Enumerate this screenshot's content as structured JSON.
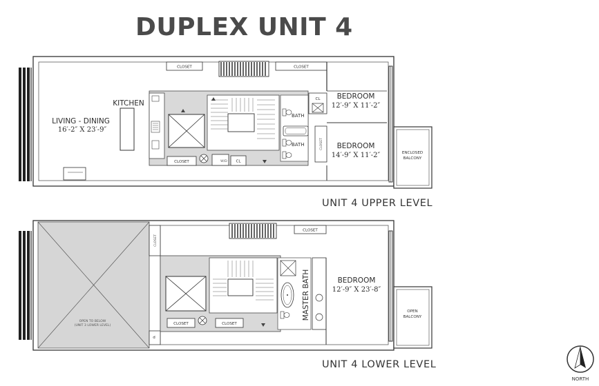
{
  "title": "DUPLEX UNIT 4",
  "upper": {
    "label": "UNIT 4 UPPER LEVEL",
    "living_name": "LIVING - DINING",
    "living_dim": "16′-2″ X 23′-9″",
    "kitchen": "KITCHEN",
    "bedroom1_name": "BEDROOM",
    "bedroom1_dim": "12′-9″ X 11′-2″",
    "bedroom2_name": "BEDROOM",
    "bedroom2_dim": "14′-9″ X 11′-2″",
    "bath1": "BATH",
    "bath2": "BATH",
    "balcony_line1": "ENCLOSED",
    "balcony_line2": "BALCONY",
    "closet": "CLOSET",
    "cl": "CL",
    "wd": "W/D"
  },
  "lower": {
    "label": "UNIT 4 LOWER LEVEL",
    "open_line1": "OPEN TO BELOW",
    "open_line2": "(UNIT 3 LOWER LEVEL)",
    "bedroom_name": "BEDROOM",
    "bedroom_dim": "12′-9″ X 23′-8″",
    "master_bath": "MASTER BATH",
    "balcony_line1": "OPEN",
    "balcony_line2": "BALCONY",
    "closet": "CLOSET",
    "d": "d"
  },
  "compass": {
    "label": "NORTH",
    "icon": "north-arrow-icon"
  }
}
